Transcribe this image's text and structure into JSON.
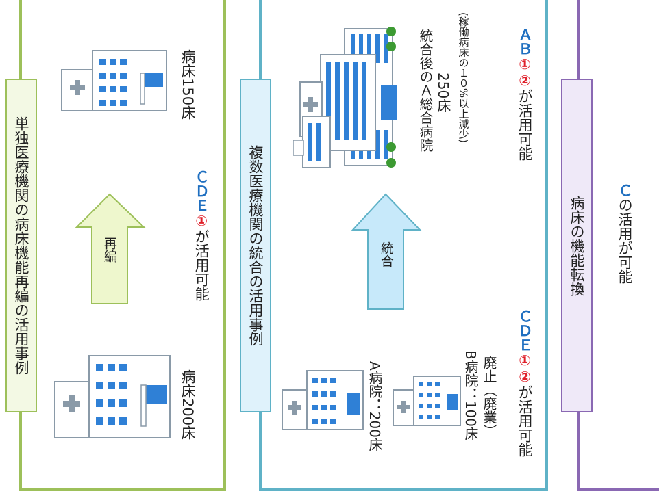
{
  "panel1": {
    "title": "単独医療機関の病床機能再編の活用事例",
    "arrow_label": "再編",
    "before_label": "病床200床",
    "after_label": "病床150床",
    "usage": {
      "letters": "ＣＤＥ",
      "circled": "①",
      "suffix": "が活用可能"
    }
  },
  "panel2": {
    "title": "複数医療機関の統合の活用事例",
    "arrow_label": "統合",
    "hospital_a": "A病院：200床",
    "hospital_b_line1": "B病院：100床",
    "hospital_b_line2": "廃止（廃業）",
    "merged_line1": "統合後のＡ総合病院",
    "merged_line2": "250床",
    "merged_line3": "(稼働病床の１０%以上減少)",
    "usage_left": {
      "letters": "ＣＤＥ",
      "circled": "①②",
      "suffix": "が活用可能"
    },
    "usage_right": {
      "letters": "ＡＢ",
      "circled": "①②",
      "suffix": "が活用可能"
    }
  },
  "panel3": {
    "title": "病床の機能転換",
    "usage": {
      "letters": "Ｃ",
      "suffix": "の活用が可能"
    }
  },
  "colors": {
    "green_border": "#9dc05a",
    "teal_border": "#5fb2c7",
    "purple_border": "#8a68b3",
    "green_fill": "#f3f9e4",
    "blue_fill": "#dff2fb",
    "purple_fill": "#efe9f8",
    "accent_blue": "#1f6fc0",
    "accent_red": "#e0202a"
  }
}
